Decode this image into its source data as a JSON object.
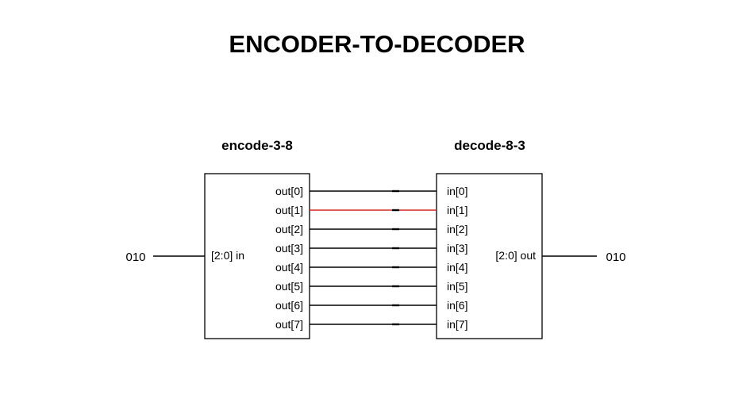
{
  "title": "ENCODER-TO-DECODER",
  "encoder": {
    "name": "encode-3-8",
    "input_port": "[2:0] in",
    "outputs": [
      "out[0]",
      "out[1]",
      "out[2]",
      "out[3]",
      "out[4]",
      "out[5]",
      "out[6]",
      "out[7]"
    ]
  },
  "decoder": {
    "name": "decode-8-3",
    "output_port": "[2:0] out",
    "inputs": [
      "in[0]",
      "in[1]",
      "in[2]",
      "in[3]",
      "in[4]",
      "in[5]",
      "in[6]",
      "in[7]"
    ]
  },
  "input_value": "010",
  "output_value": "010",
  "active_line_index": 1,
  "colors": {
    "active_wire": "#d22a1e",
    "wire": "#000000"
  }
}
